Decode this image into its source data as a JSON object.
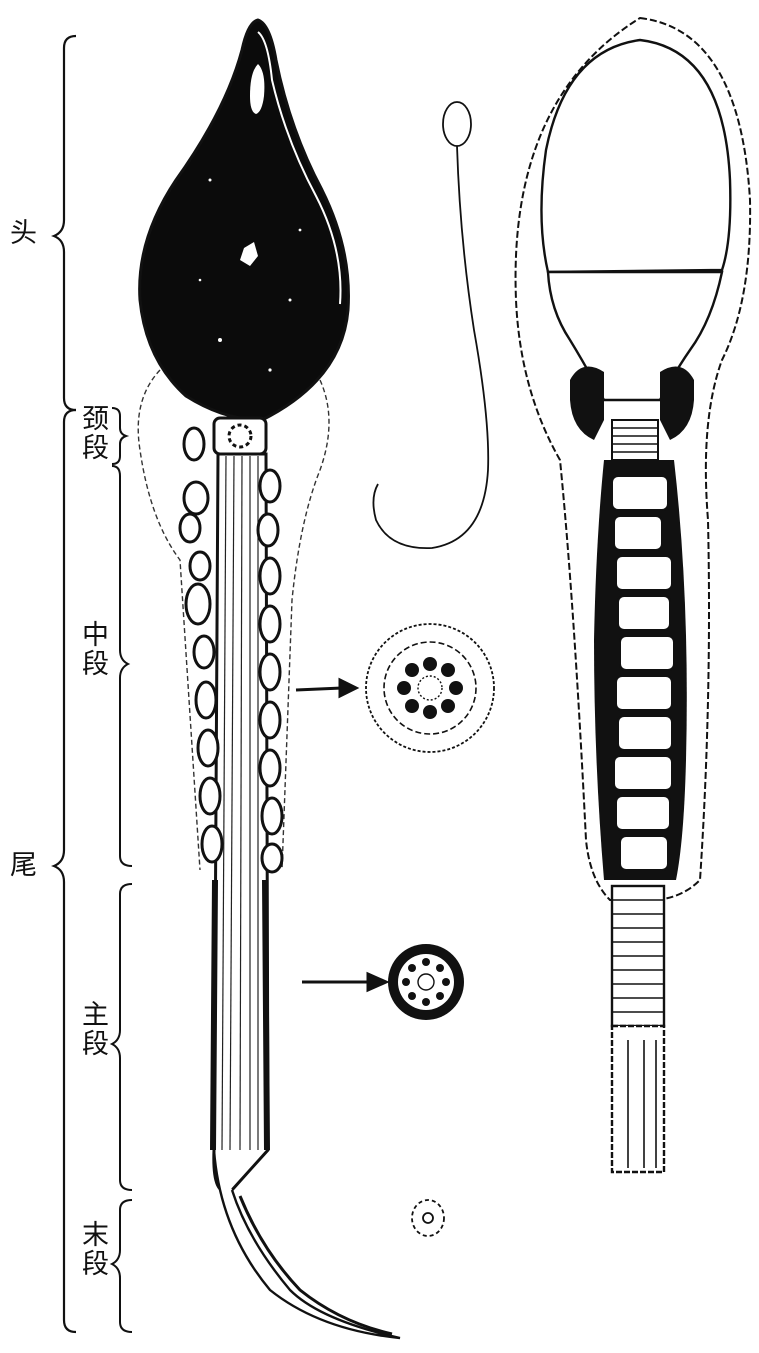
{
  "labels": {
    "head": "头",
    "tail": "尾",
    "neck": "颈段",
    "middle": "中段",
    "principal": "主段",
    "end": "末段"
  },
  "colors": {
    "ink": "#111111",
    "paper": "#ffffff"
  }
}
